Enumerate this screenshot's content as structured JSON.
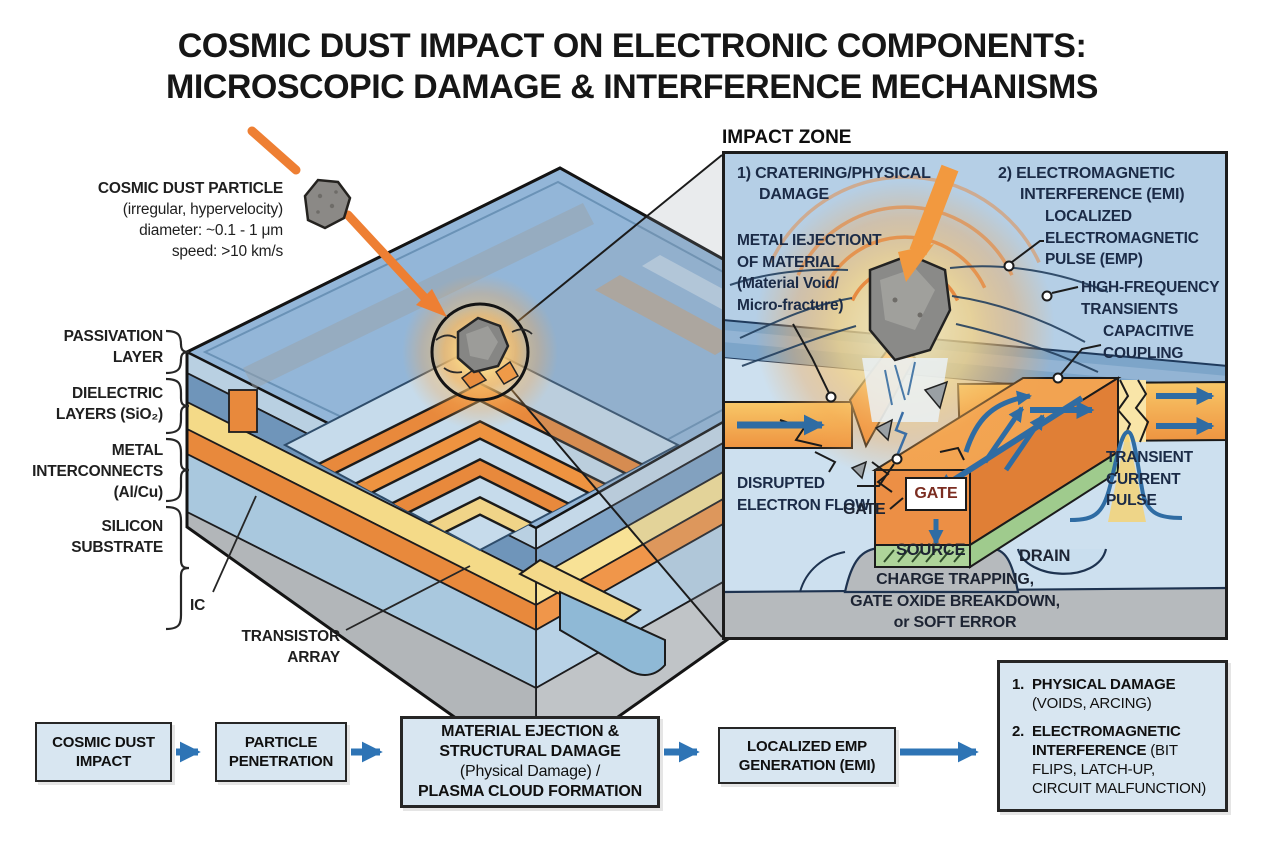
{
  "title": [
    "COSMIC DUST IMPACT ON ELECTRONIC COMPONENTS:",
    "MICROSCOPIC DAMAGE & INTERFERENCE MECHANISMS"
  ],
  "chip": {
    "dust_particle": [
      "COSMIC DUST PARTICLE",
      "(irregular, hypervelocity)",
      "diameter: ~0.1 - 1 μm",
      "speed: >10 km/s"
    ],
    "layers": {
      "passivation": [
        "PASSIVATION",
        "LAYER"
      ],
      "dielectric": [
        "DIELECTRIC",
        "LAYERS (SiO₂)"
      ],
      "metal": [
        "METAL",
        "INTERCONNECTS",
        "(Al/Cu)"
      ],
      "silicon": [
        "SILICON",
        "SUBSTRATE"
      ]
    },
    "ic_label": "IC",
    "transistor": [
      "TRANSISTOR",
      "ARRAY"
    ]
  },
  "impact_zone": {
    "header": "IMPACT ZONE",
    "section1": [
      "1) CRATERING/PHYSICAL",
      "DAMAGE"
    ],
    "section2": [
      "2) ELECTROMAGNETIC",
      "INTERFERENCE (EMI)"
    ],
    "metal_ejection": [
      "METAL IEJECTIONT",
      "OF MATERIAL",
      "(Material Void/",
      "Micro-fracture)"
    ],
    "emp": [
      "LOCALIZED",
      "ELECTROMAGNETIC",
      "PULSE (EMP)"
    ],
    "high_freq": [
      "HIGH-FREQUENCY",
      "TRANSIENTS"
    ],
    "capacitive": [
      "CAPACITIVE",
      "COUPLING"
    ],
    "disrupted": [
      "DISRUPTED",
      "ELECTRON FLOW"
    ],
    "gate_box": "GATE",
    "gate_label": "GATE",
    "source": "SOURCE",
    "drain": "DRAIN",
    "transient": [
      "TRANSIENT",
      "CURRENT",
      "PULSE"
    ],
    "effects": [
      "CHARGE TRAPPING,",
      "GATE OXIDE BREAKDOWN,",
      "or SOFT ERROR"
    ]
  },
  "flowchart": {
    "step1": [
      "COSMIC DUST",
      "IMPACT"
    ],
    "step2": [
      "PARTICLE",
      "PENETRATION"
    ],
    "step3_bold1": "MATERIAL EJECTION &",
    "step3_bold2": "STRUCTURAL DAMAGE",
    "step3_reg": "(Physical Damage) /",
    "step3_bold3": "PLASMA CLOUD FORMATION",
    "step4": [
      "LOCALIZED EMP",
      "GENERATION (EMI)"
    ],
    "outcome1_num": "1.",
    "outcome1_bold": "PHYSICAL DAMAGE",
    "outcome1_reg": "(VOIDS, ARCING)",
    "outcome2_num": "2.",
    "outcome2_bold": "ELECTROMAGNETIC INTERFERENCE",
    "outcome2_reg": "(BIT FLIPS, LATCH-UP, CIRCUIT MALFUNCTION)"
  },
  "colors": {
    "accent_orange": "#ee7f33",
    "metal_orange": "#e8893c",
    "metal_yellow": "#f4da88",
    "arrow_blue": "#2e74b5",
    "panel_bg": "#b5cfe6",
    "flow_box_bg": "#d8e6f1",
    "navy_label": "#1b2b47",
    "substrate_gray": "#b2b6b9"
  }
}
